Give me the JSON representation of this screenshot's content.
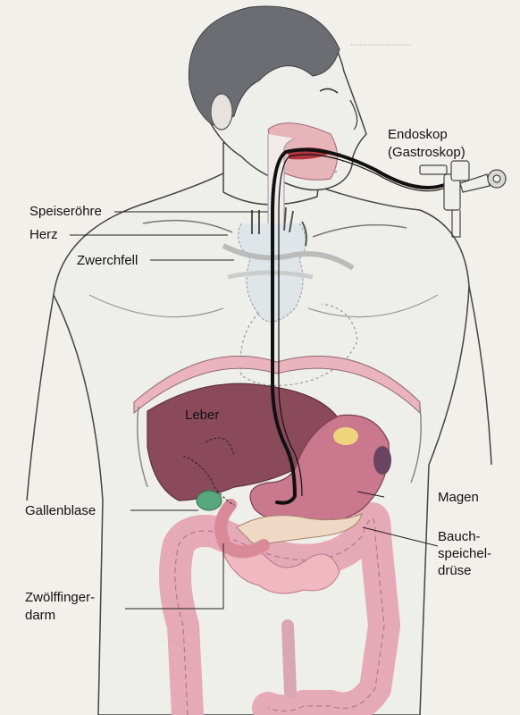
{
  "labels": {
    "endoskop": "Endoskop",
    "gastroskop": "(Gastroskop)",
    "speiseroehre": "Speiseröhre",
    "herz": "Herz",
    "zwerchfell": "Zwerchfell",
    "leber": "Leber",
    "gallenblase": "Gallenblase",
    "magen": "Magen",
    "bauch_1": "Bauch-",
    "bauch_2": "speichel-",
    "bauch_3": "drüse",
    "zwoelf_1": "Zwölffinger-",
    "zwoelf_2": "darm"
  },
  "colors": {
    "skin": "#eeeeea",
    "hair": "#6b6d72",
    "liver": "#8a4a5c",
    "stomach": "#c9788e",
    "intestine": "#e6a9b6",
    "gallbladder": "#58a77a",
    "heart": "#dfe6ea",
    "scope": "#111111"
  }
}
